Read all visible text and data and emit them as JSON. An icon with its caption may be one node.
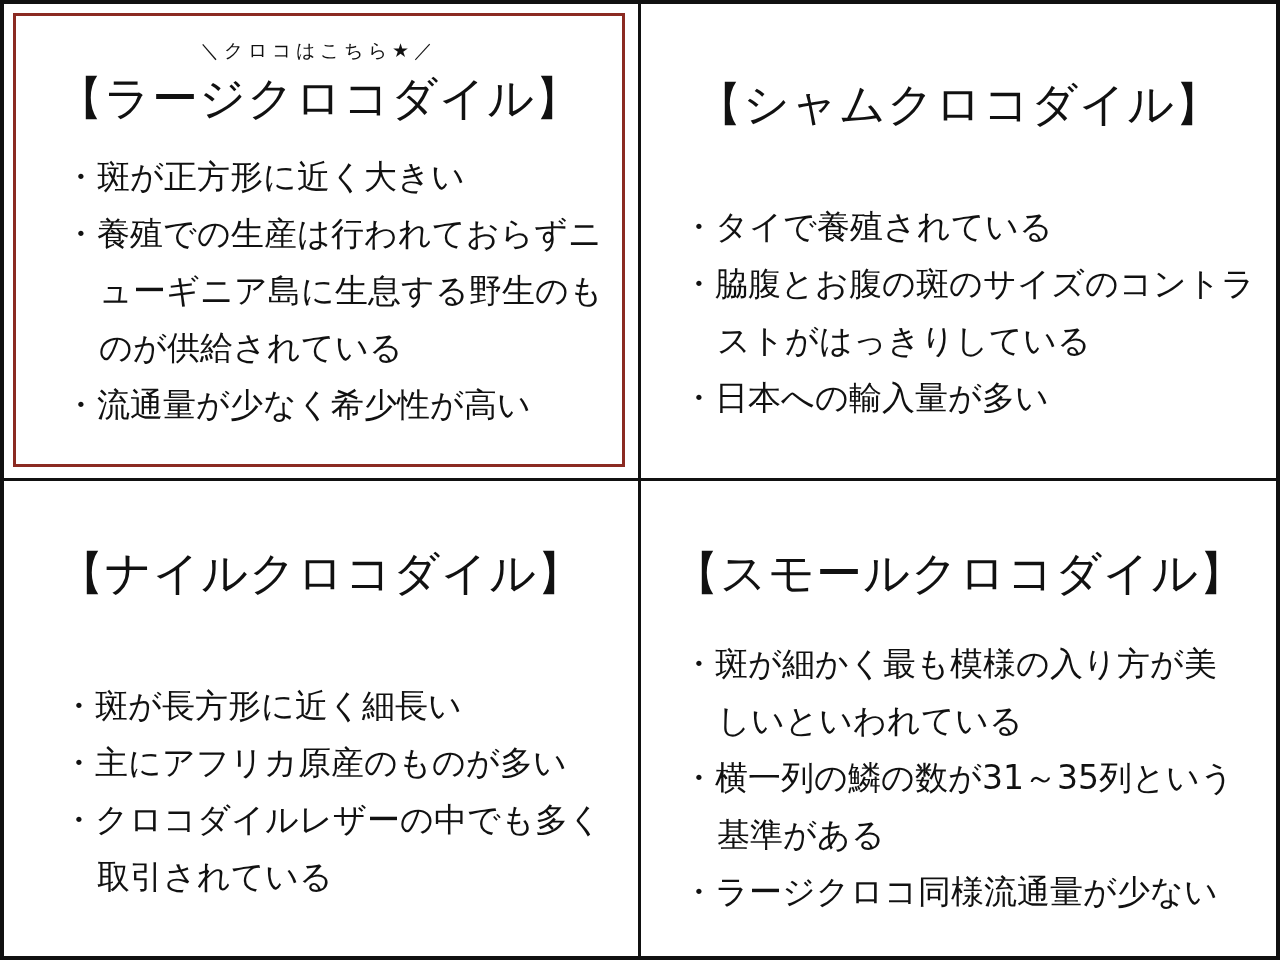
{
  "diagram": {
    "nodes": [
      {
        "text": [
          "＼クロコはこちら★／",
          "【ラージクロコダイル】",
          "・斑が正方形に近く大きい",
          "・養殖での生産は行われておらずニューギニア島に生息する野生のものが供給されている",
          "・流通量が少なく希少性が高い"
        ]
      },
      {
        "text": [
          "【シャムクロコダイル】",
          "・タイで養殖されている",
          "・脇腹とお腹の斑のサイズのコントラストがはっきりしている",
          "・日本への輸入量が多い"
        ]
      },
      {
        "text": [
          "【ナイルクロコダイル】",
          "・斑が長方形に近く細長い",
          "・主にアフリカ原産のものが多い",
          "・クロコダイルレザーの中でも多く取引されている"
        ]
      },
      {
        "text": [
          "【スモールクロコダイル】",
          "・斑が細かく最も模様の入り方が美しいといわれている",
          "・横一列の鱗の数が31～35列という基準がある",
          "・ラージクロコ同様流通量が少ない"
        ]
      }
    ],
    "edges": []
  }
}
